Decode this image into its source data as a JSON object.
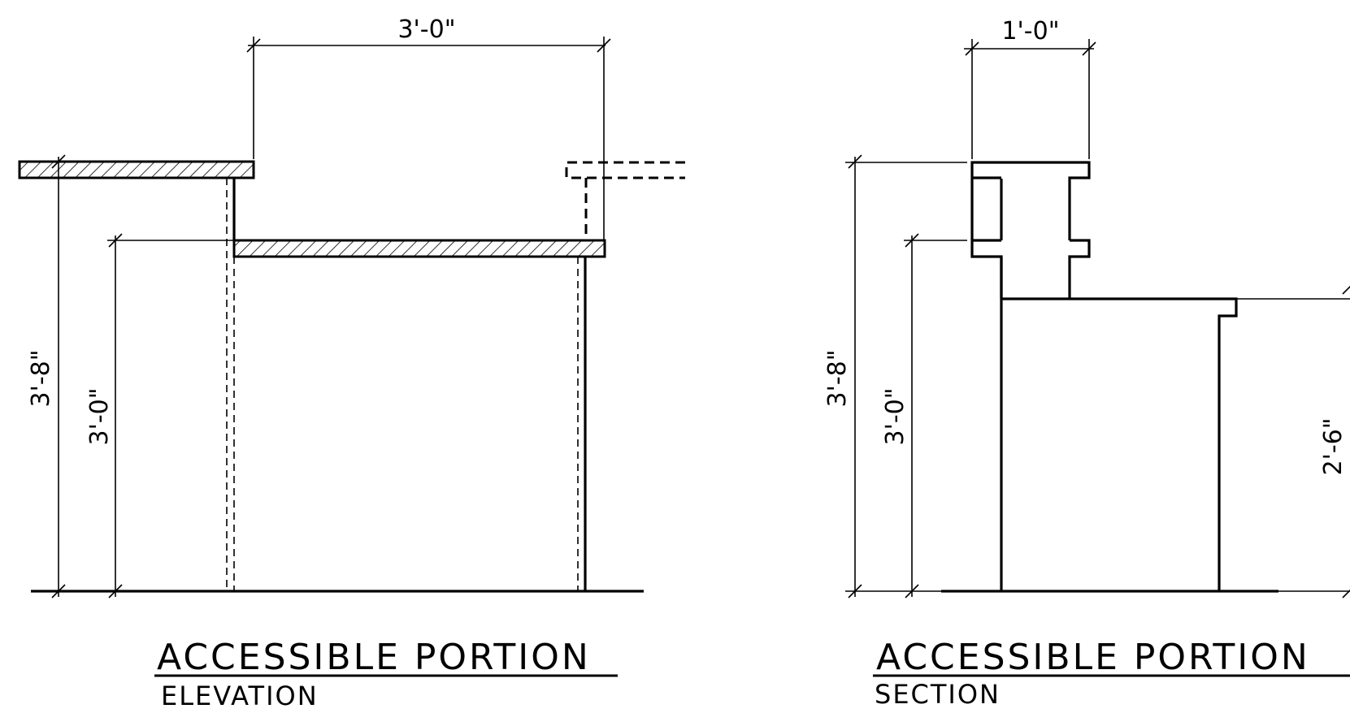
{
  "elevation": {
    "dim_top": "3'-0\"",
    "dim_left_outer": "3'-8\"",
    "dim_left_inner": "3'-0\"",
    "title": "ACCESSIBLE PORTION",
    "subtitle": "ELEVATION"
  },
  "section": {
    "dim_top": "1'-0\"",
    "dim_left_outer": "3'-8\"",
    "dim_left_inner": "3'-0\"",
    "dim_right": "2'-6\"",
    "title": "ACCESSIBLE PORTION",
    "subtitle": "SECTION"
  }
}
